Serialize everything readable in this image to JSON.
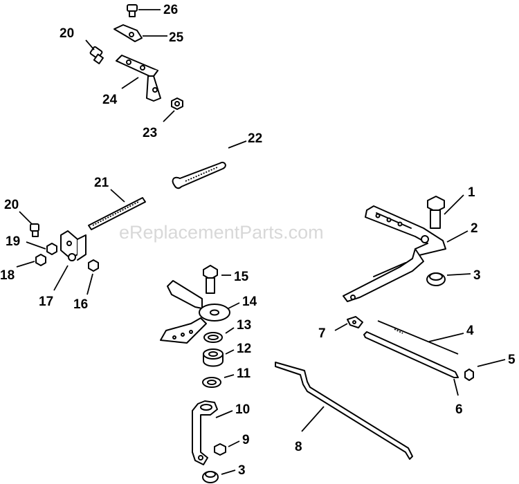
{
  "watermark": "eReplacementParts.com",
  "callouts": [
    "1",
    "2",
    "3",
    "4",
    "5",
    "6",
    "7",
    "8",
    "9",
    "10",
    "11",
    "12",
    "13",
    "14",
    "15",
    "16",
    "17",
    "18",
    "19",
    "20",
    "21",
    "22",
    "23",
    "24",
    "25",
    "26"
  ],
  "callouts_repeat": {
    "third": "3",
    "twentieth": "20"
  }
}
